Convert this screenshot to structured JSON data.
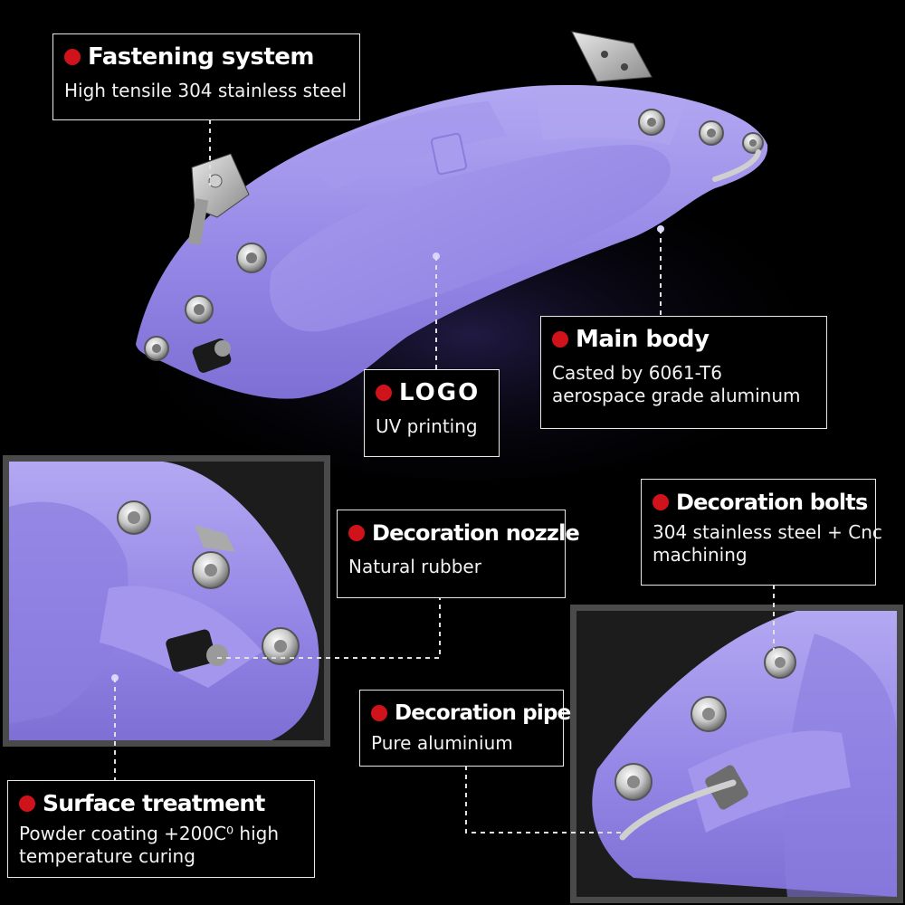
{
  "image": {
    "background_color": "#000000",
    "product_color": "#9b8fe8",
    "marker_color": "#d0121b",
    "inset_frame_color": "#4a4a4a"
  },
  "callouts": {
    "fastening": {
      "title": "Fastening system",
      "description": "High tensile 304 stainless steel"
    },
    "main_body": {
      "title": "Main body",
      "description_line1": "Casted by 6061-T6",
      "description_line2": "aerospace grade aluminum"
    },
    "logo": {
      "title": "LOGO",
      "description": "UV printing"
    },
    "nozzle": {
      "title": "Decoration nozzle",
      "description": "Natural rubber"
    },
    "bolts": {
      "title": "Decoration bolts",
      "description_line1": "304 stainless steel + Cnc",
      "description_line2": "machining"
    },
    "pipe": {
      "title": "Decoration pipe",
      "description": "Pure aluminium"
    },
    "surface": {
      "title": "Surface treatment",
      "description_line1": "Powder coating +200C⁰ high",
      "description_line2": "temperature curing"
    }
  }
}
